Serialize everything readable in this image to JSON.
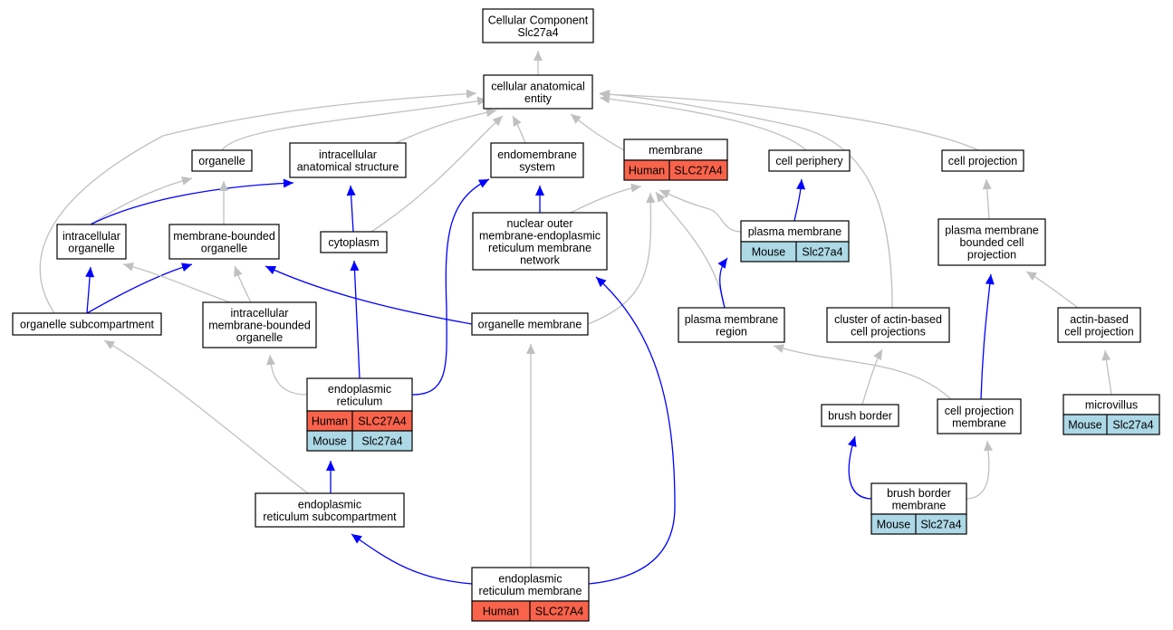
{
  "colors": {
    "human": "#f9634b",
    "mouse": "#add8e6",
    "is_a_edge": "#c0c0c0",
    "part_of_edge": "#0000ff"
  },
  "nodes": [
    {
      "id": "root",
      "lines": [
        "Cellular Component",
        "Slc27a4"
      ],
      "tags": []
    },
    {
      "id": "cae",
      "lines": [
        "cellular anatomical",
        "entity"
      ],
      "tags": []
    },
    {
      "id": "organelle",
      "lines": [
        "organelle"
      ],
      "tags": []
    },
    {
      "id": "ias",
      "lines": [
        "intracellular",
        "anatomical structure"
      ],
      "tags": []
    },
    {
      "id": "endomem",
      "lines": [
        "endomembrane",
        "system"
      ],
      "tags": []
    },
    {
      "id": "membrane",
      "lines": [
        "membrane"
      ],
      "tags": [
        {
          "species": "Human",
          "gene": "SLC27A4"
        }
      ]
    },
    {
      "id": "cellperiph",
      "lines": [
        "cell periphery"
      ],
      "tags": []
    },
    {
      "id": "cellproj",
      "lines": [
        "cell projection"
      ],
      "tags": []
    },
    {
      "id": "intraorg",
      "lines": [
        "intracellular",
        "organelle"
      ],
      "tags": []
    },
    {
      "id": "mbo",
      "lines": [
        "membrane-bounded",
        "organelle"
      ],
      "tags": []
    },
    {
      "id": "cytoplasm",
      "lines": [
        "cytoplasm"
      ],
      "tags": []
    },
    {
      "id": "nuclear",
      "lines": [
        "nuclear outer",
        "membrane-endoplasmic",
        "reticulum membrane",
        "network"
      ],
      "tags": []
    },
    {
      "id": "pm",
      "lines": [
        "plasma membrane"
      ],
      "tags": [
        {
          "species": "Mouse",
          "gene": "Slc27a4"
        }
      ]
    },
    {
      "id": "pmbcp",
      "lines": [
        "plasma membrane",
        "bounded cell",
        "projection"
      ],
      "tags": []
    },
    {
      "id": "orgsub",
      "lines": [
        "organelle subcompartment"
      ],
      "tags": []
    },
    {
      "id": "imbo",
      "lines": [
        "intracellular",
        "membrane-bounded",
        "organelle"
      ],
      "tags": []
    },
    {
      "id": "orgmem",
      "lines": [
        "organelle membrane"
      ],
      "tags": []
    },
    {
      "id": "pmr",
      "lines": [
        "plasma membrane",
        "region"
      ],
      "tags": []
    },
    {
      "id": "cluster",
      "lines": [
        "cluster of actin-based",
        "cell projections"
      ],
      "tags": []
    },
    {
      "id": "actincp",
      "lines": [
        "actin-based",
        "cell projection"
      ],
      "tags": []
    },
    {
      "id": "er",
      "lines": [
        "endoplasmic",
        "reticulum"
      ],
      "tags": [
        {
          "species": "Human",
          "gene": "SLC27A4"
        },
        {
          "species": "Mouse",
          "gene": "Slc27a4"
        }
      ]
    },
    {
      "id": "brush",
      "lines": [
        "brush border"
      ],
      "tags": []
    },
    {
      "id": "cpm",
      "lines": [
        "cell projection",
        "membrane"
      ],
      "tags": []
    },
    {
      "id": "microvillus",
      "lines": [
        "microvillus"
      ],
      "tags": [
        {
          "species": "Mouse",
          "gene": "Slc27a4"
        }
      ]
    },
    {
      "id": "ersub",
      "lines": [
        "endoplasmic",
        "reticulum subcompartment"
      ],
      "tags": []
    },
    {
      "id": "bbm",
      "lines": [
        "brush border",
        "membrane"
      ],
      "tags": [
        {
          "species": "Mouse",
          "gene": "Slc27a4"
        }
      ]
    },
    {
      "id": "erm",
      "lines": [
        "endoplasmic",
        "reticulum membrane"
      ],
      "tags": [
        {
          "species": "Human",
          "gene": "SLC27A4"
        }
      ]
    }
  ],
  "edges": [
    {
      "from": "cae",
      "to": "root",
      "type": "is_a"
    },
    {
      "from": "organelle",
      "to": "cae",
      "type": "is_a"
    },
    {
      "from": "ias",
      "to": "cae",
      "type": "is_a"
    },
    {
      "from": "endomem",
      "to": "cae",
      "type": "is_a"
    },
    {
      "from": "membrane",
      "to": "cae",
      "type": "is_a"
    },
    {
      "from": "cellperiph",
      "to": "cae",
      "type": "is_a"
    },
    {
      "from": "cellproj",
      "to": "cae",
      "type": "is_a"
    },
    {
      "from": "cytoplasm",
      "to": "cae",
      "type": "is_a"
    },
    {
      "from": "orgsub",
      "to": "cae",
      "type": "is_a"
    },
    {
      "from": "cluster",
      "to": "cae",
      "type": "is_a"
    },
    {
      "from": "intraorg",
      "to": "organelle",
      "type": "is_a"
    },
    {
      "from": "intraorg",
      "to": "ias",
      "type": "part_of"
    },
    {
      "from": "mbo",
      "to": "organelle",
      "type": "is_a"
    },
    {
      "from": "cytoplasm",
      "to": "ias",
      "type": "part_of"
    },
    {
      "from": "nuclear",
      "to": "endomem",
      "type": "part_of"
    },
    {
      "from": "nuclear",
      "to": "membrane",
      "type": "is_a"
    },
    {
      "from": "pm",
      "to": "membrane",
      "type": "is_a"
    },
    {
      "from": "pm",
      "to": "cellperiph",
      "type": "part_of"
    },
    {
      "from": "pmbcp",
      "to": "cellproj",
      "type": "is_a"
    },
    {
      "from": "orgsub",
      "to": "intraorg",
      "type": "part_of"
    },
    {
      "from": "orgsub",
      "to": "mbo",
      "type": "part_of"
    },
    {
      "from": "imbo",
      "to": "intraorg",
      "type": "is_a"
    },
    {
      "from": "imbo",
      "to": "mbo",
      "type": "is_a"
    },
    {
      "from": "orgmem",
      "to": "mbo",
      "type": "part_of"
    },
    {
      "from": "orgmem",
      "to": "membrane",
      "type": "is_a"
    },
    {
      "from": "pmr",
      "to": "membrane",
      "type": "is_a"
    },
    {
      "from": "pmr",
      "to": "pm",
      "type": "part_of"
    },
    {
      "from": "actincp",
      "to": "pmbcp",
      "type": "is_a"
    },
    {
      "from": "er",
      "to": "imbo",
      "type": "is_a"
    },
    {
      "from": "er",
      "to": "cytoplasm",
      "type": "part_of"
    },
    {
      "from": "er",
      "to": "endomem",
      "type": "part_of"
    },
    {
      "from": "brush",
      "to": "cluster",
      "type": "is_a"
    },
    {
      "from": "cpm",
      "to": "pmr",
      "type": "is_a"
    },
    {
      "from": "cpm",
      "to": "pmbcp",
      "type": "part_of"
    },
    {
      "from": "microvillus",
      "to": "actincp",
      "type": "is_a"
    },
    {
      "from": "ersub",
      "to": "orgsub",
      "type": "is_a"
    },
    {
      "from": "ersub",
      "to": "er",
      "type": "part_of"
    },
    {
      "from": "bbm",
      "to": "brush",
      "type": "part_of"
    },
    {
      "from": "bbm",
      "to": "cpm",
      "type": "is_a"
    },
    {
      "from": "erm",
      "to": "orgmem",
      "type": "is_a"
    },
    {
      "from": "erm",
      "to": "ersub",
      "type": "part_of"
    },
    {
      "from": "erm",
      "to": "nuclear",
      "type": "part_of"
    }
  ]
}
